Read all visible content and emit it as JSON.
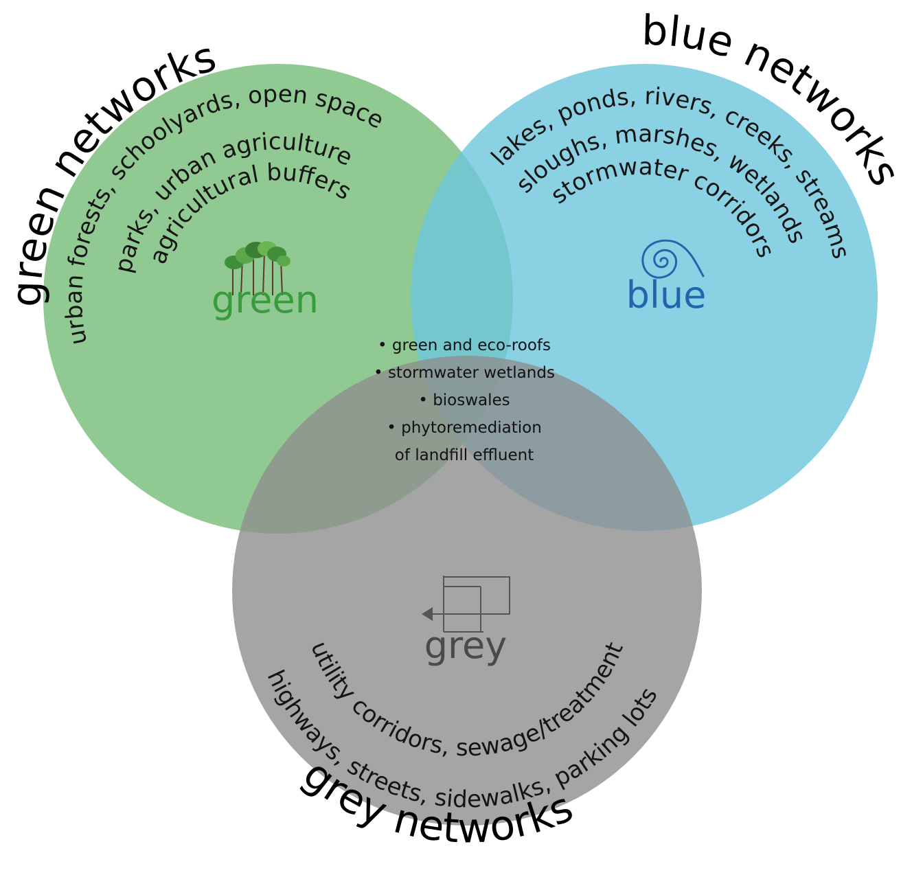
{
  "colors": {
    "green_circle": "#7cc17f",
    "blue_circle": "#6cc5dc",
    "grey_circle": "#8f8f8f",
    "green_label": "#3a9a3e",
    "blue_label": "#1f66ad",
    "grey_label": "#4a4a4a"
  },
  "green": {
    "title": "green networks",
    "items": [
      "urban forests, schoolyards, open space",
      "parks, urban agriculture",
      "agricultural buffers"
    ],
    "label": "green",
    "icon": "trees-icon"
  },
  "blue": {
    "title": "blue networks",
    "items": [
      "lakes, ponds, rivers, creeks, streams",
      "sloughs, marshes, wetlands",
      "stormwater corridors"
    ],
    "label": "blue",
    "icon": "spiral-icon"
  },
  "grey": {
    "title": "grey networks",
    "items": [
      "utility corridors, sewage/treatment",
      "highways, streets, sidewalks, parking lots"
    ],
    "label": "grey",
    "icon": "grid-arrow-icon"
  },
  "overlap": {
    "lines": [
      "• green and eco-roofs",
      "• stormwater wetlands",
      "• bioswales",
      "• phytoremediation",
      "of landfill effluent"
    ]
  }
}
